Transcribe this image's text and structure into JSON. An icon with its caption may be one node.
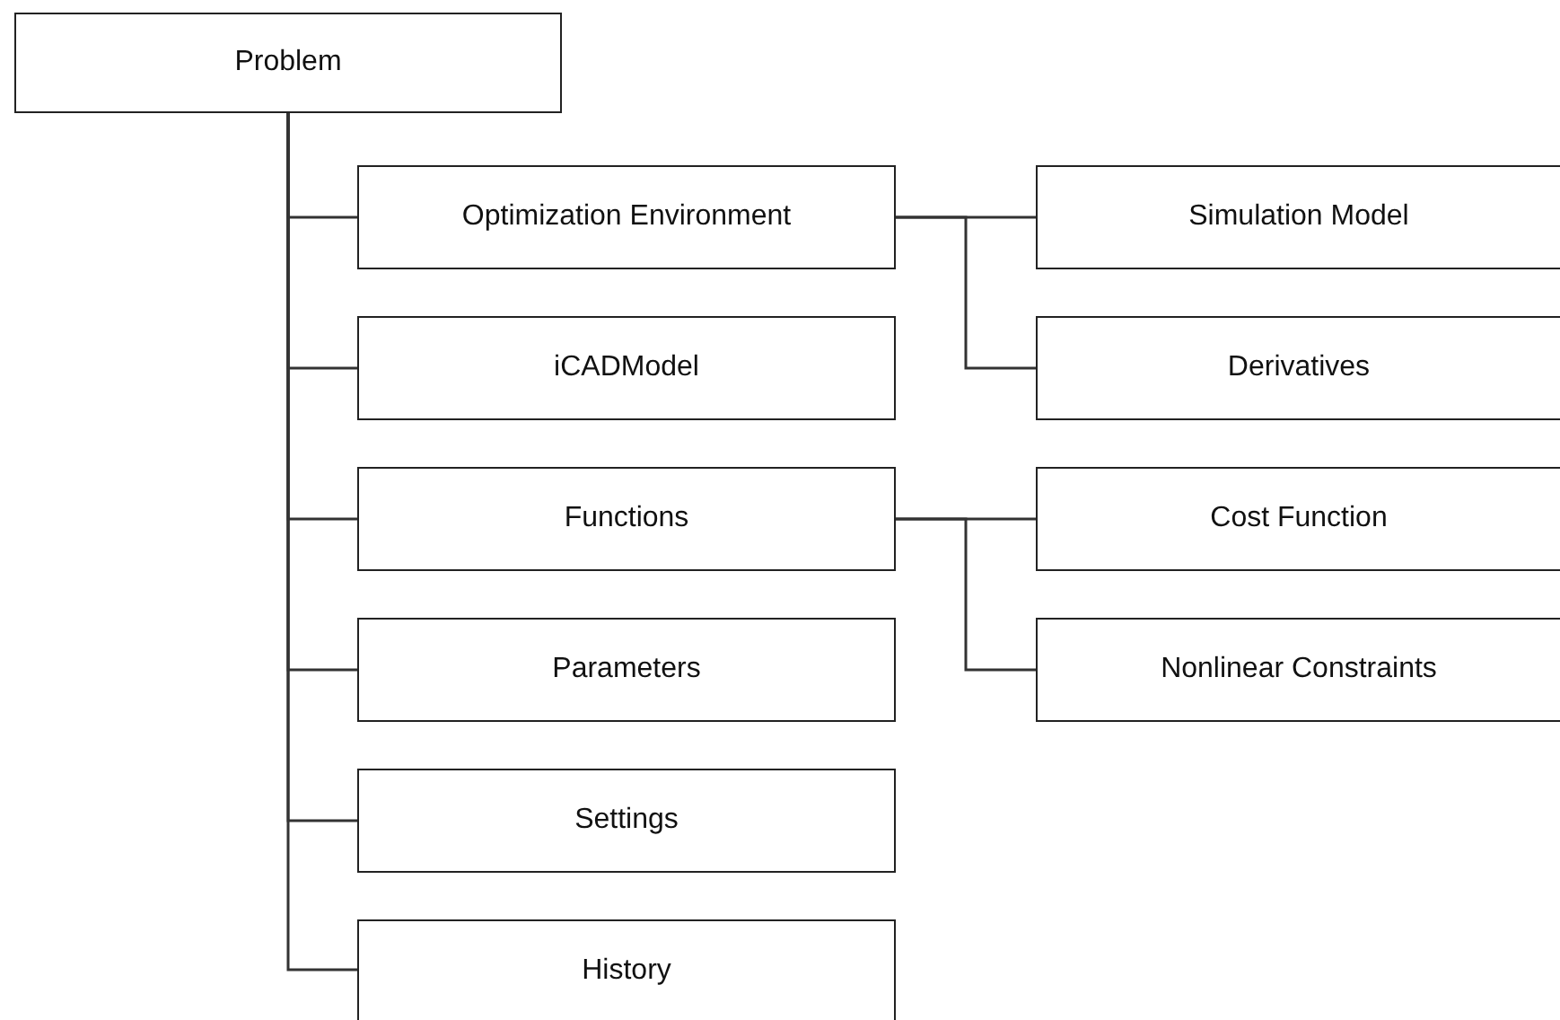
{
  "diagram": {
    "nodes": [
      {
        "text": [
          "Problem"
        ]
      },
      {
        "text": [
          "Optimization Environment"
        ]
      },
      {
        "text": [
          "Simulation Model"
        ]
      },
      {
        "text": [
          "Derivatives"
        ]
      },
      {
        "text": [
          "iCADModel"
        ]
      },
      {
        "text": [
          "Functions"
        ]
      },
      {
        "text": [
          "Cost Function"
        ]
      },
      {
        "text": [
          "Nonlinear Constraints"
        ]
      },
      {
        "text": [
          "Parameters"
        ]
      },
      {
        "text": [
          "Settings"
        ]
      },
      {
        "text": [
          "History"
        ]
      }
    ],
    "edges": [
      {
        "from": 0,
        "to": 1,
        "arrow": "none"
      },
      {
        "from": 1,
        "to": 2,
        "arrow": "none"
      },
      {
        "from": 1,
        "to": 3,
        "arrow": "none"
      },
      {
        "from": 0,
        "to": 4,
        "arrow": "none"
      },
      {
        "from": 0,
        "to": 5,
        "arrow": "none"
      },
      {
        "from": 5,
        "to": 6,
        "arrow": "none"
      },
      {
        "from": 5,
        "to": 7,
        "arrow": "none"
      },
      {
        "from": 0,
        "to": 8,
        "arrow": "none"
      },
      {
        "from": 0,
        "to": 9,
        "arrow": "none"
      },
      {
        "from": 0,
        "to": 10,
        "arrow": "none"
      }
    ]
  }
}
